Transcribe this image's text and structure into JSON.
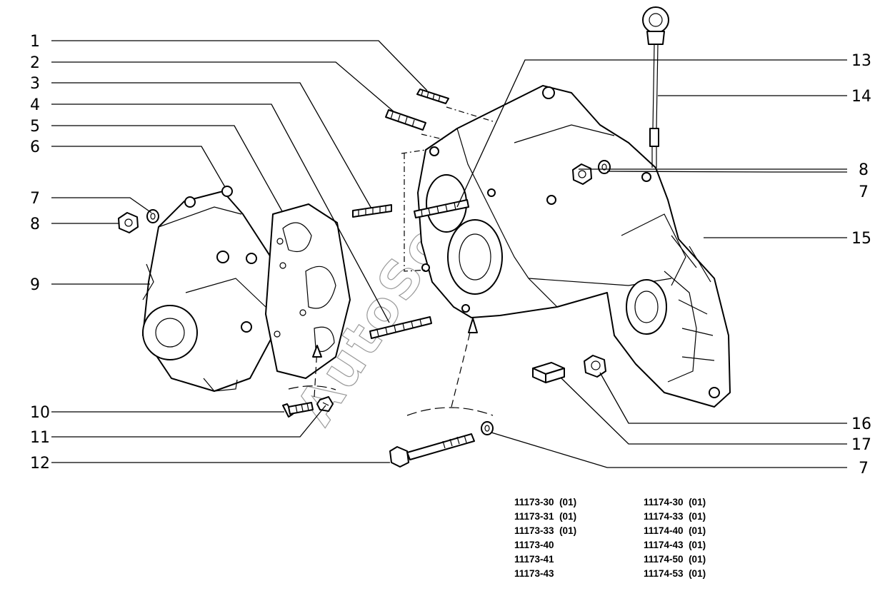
{
  "callouts_left": [
    "1",
    "2",
    "3",
    "4",
    "5",
    "6",
    "7",
    "8",
    "9",
    "10",
    "11",
    "12"
  ],
  "callouts_right": [
    "13",
    "14",
    "8",
    "7",
    "15",
    "16",
    "17",
    "7"
  ],
  "watermark": "AutoSoft",
  "codes_left": [
    "11173-30  (01)",
    "11173-31  (01)",
    "11173-33  (01)",
    "11173-40",
    "11173-41",
    "11173-43"
  ],
  "codes_right": [
    "11174-30  (01)",
    "11174-33  (01)",
    "11174-40  (01)",
    "11174-43  (01)",
    "11174-50  (01)",
    "11174-53  (01)"
  ]
}
